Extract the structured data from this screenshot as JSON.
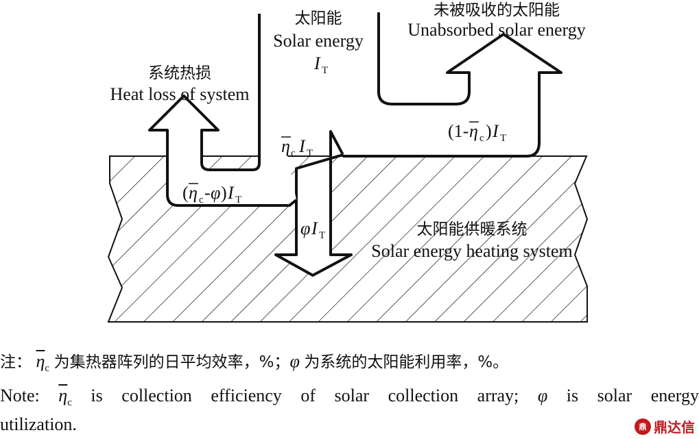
{
  "labels": {
    "solar_cn": "太阳能",
    "solar_en": "Solar energy",
    "unabsorbed_cn": "未被吸收的太阳能",
    "unabsorbed_en": "Unabsorbed solar energy",
    "heatloss_cn": "系统热损",
    "heatloss_en": "Heat loss of system",
    "system_cn": "太阳能供暖系统",
    "system_en": "Solar energy heating system"
  },
  "symbols": {
    "I": "I",
    "T": "T",
    "eta": "η",
    "c": "c",
    "phi": "φ",
    "one_minus_open": "(1-",
    "close": ")",
    "open": "(",
    "minus": "-"
  },
  "note": {
    "cn_prefix": "注：",
    "cn_mid": "为集热器阵列的日平均效率，%；",
    "cn_end": "为系统的太阳能利用率，%。",
    "en_line1": [
      "Note:",
      "is",
      "collection",
      "efficiency",
      "of",
      "solar",
      "collection",
      "array;",
      "is",
      "solar",
      "energy"
    ],
    "en_line2": "utilization."
  },
  "watermark": {
    "mark": "鼎",
    "text": "鼎达信"
  }
}
